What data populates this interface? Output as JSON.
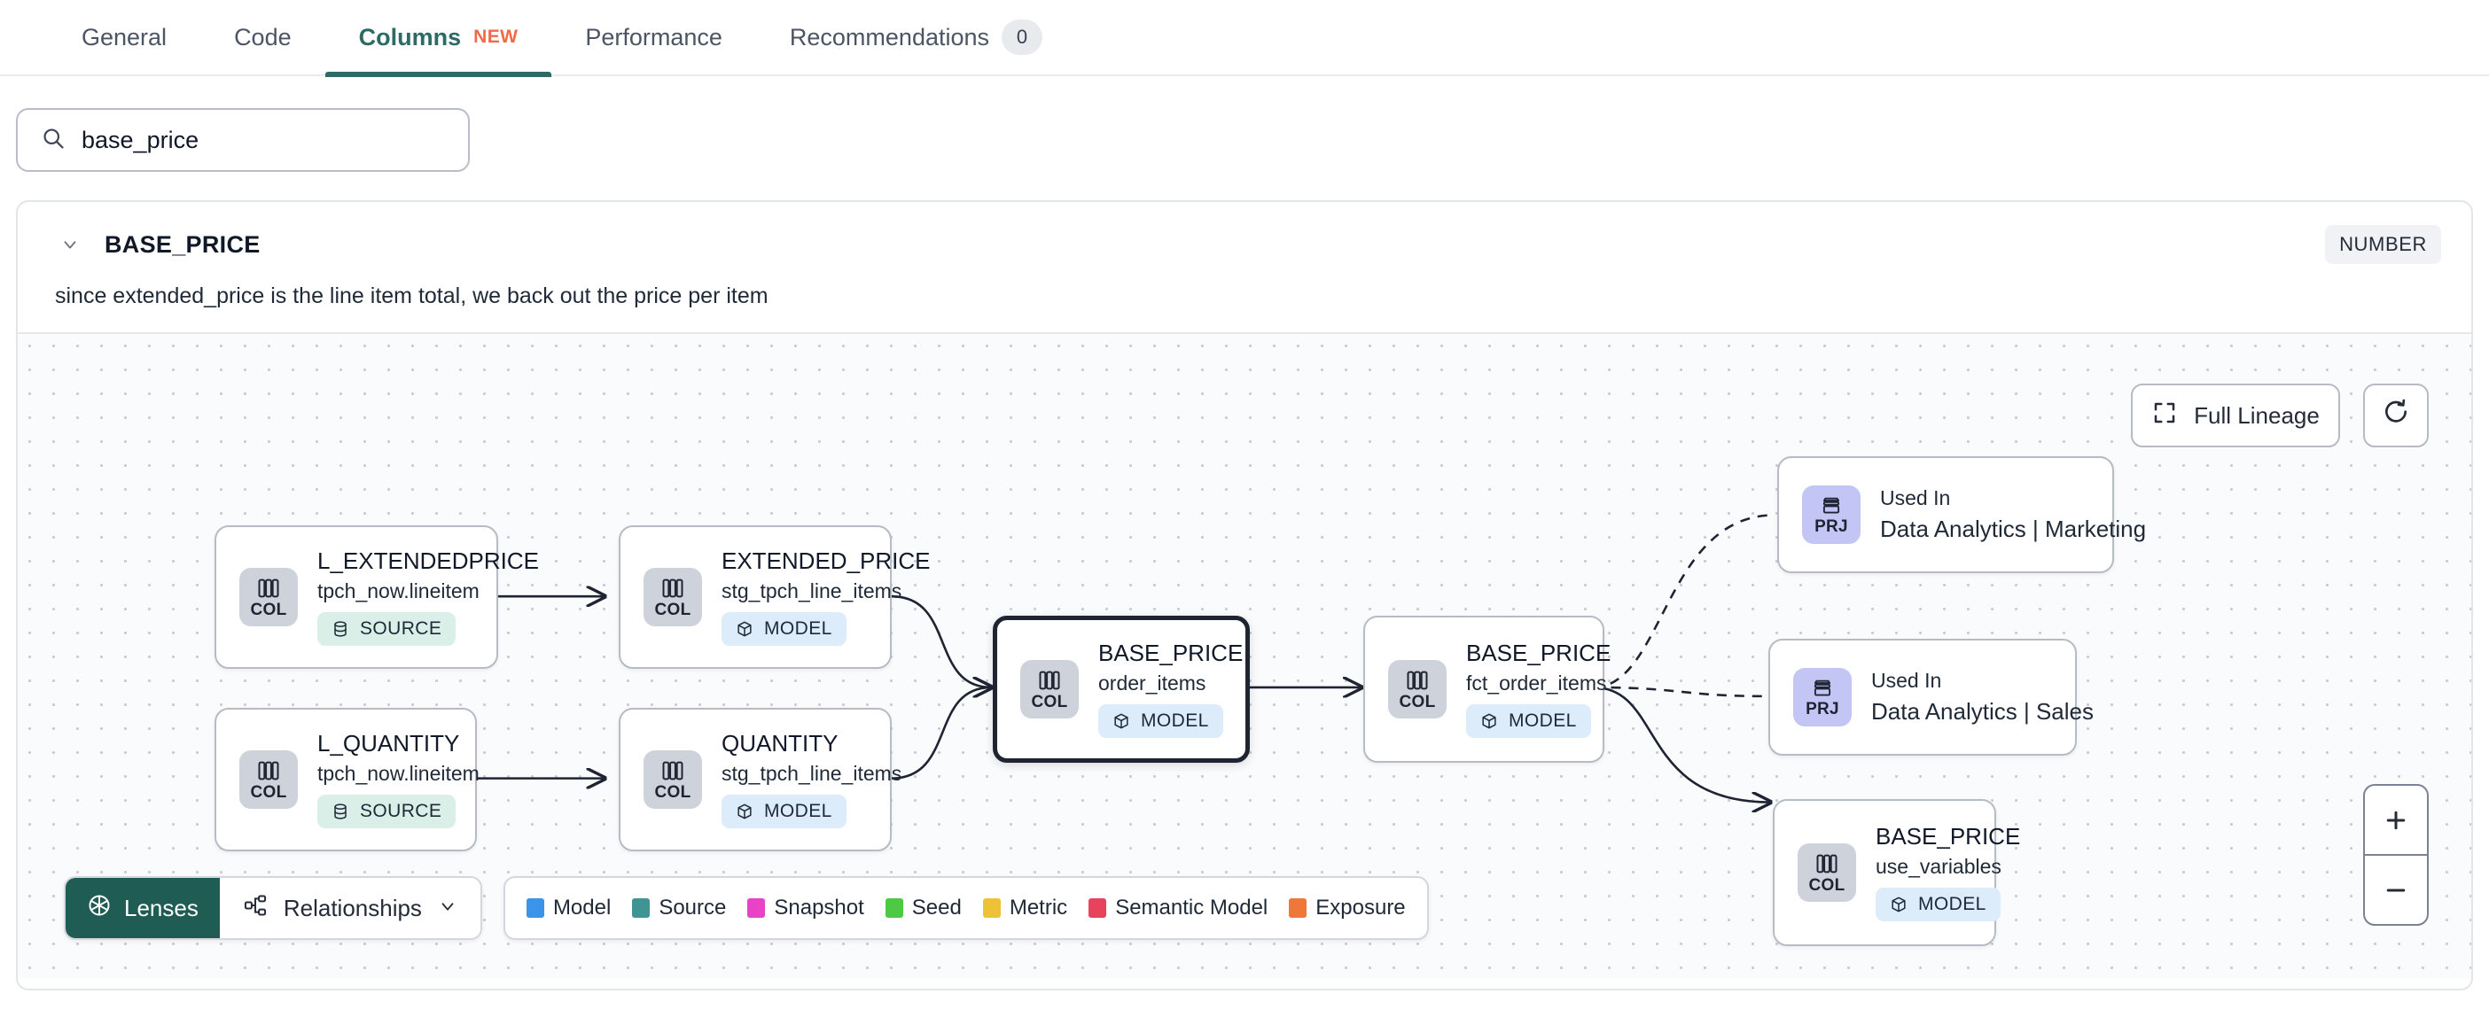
{
  "tabs": [
    {
      "label": "General",
      "active": false,
      "new": null,
      "count": null
    },
    {
      "label": "Code",
      "active": false,
      "new": null,
      "count": null
    },
    {
      "label": "Columns",
      "active": true,
      "new": "NEW",
      "count": null
    },
    {
      "label": "Performance",
      "active": false,
      "new": null,
      "count": null
    },
    {
      "label": "Recommendations",
      "active": false,
      "new": null,
      "count": "0"
    }
  ],
  "search": {
    "value": "base_price",
    "placeholder": "",
    "icon": "search-icon"
  },
  "column": {
    "name": "BASE_PRICE",
    "type_badge": "NUMBER",
    "description": "since extended_price is the line item total, we back out the price per item",
    "expanded": true
  },
  "canvas": {
    "full_lineage_label": "Full Lineage",
    "refresh_icon": "refresh-icon",
    "zoom_in": "+",
    "zoom_out": "−"
  },
  "nodes": [
    {
      "id": "l_extendedprice",
      "title": "L_EXTENDEDPRICE",
      "sub": "tpch_now.lineitem",
      "kind": "COL",
      "badge": "SOURCE",
      "badge_type": "source",
      "selected": false
    },
    {
      "id": "l_quantity",
      "title": "L_QUANTITY",
      "sub": "tpch_now.lineitem",
      "kind": "COL",
      "badge": "SOURCE",
      "badge_type": "source",
      "selected": false
    },
    {
      "id": "extended_price",
      "title": "EXTENDED_PRICE",
      "sub": "stg_tpch_line_items",
      "kind": "COL",
      "badge": "MODEL",
      "badge_type": "model",
      "selected": false
    },
    {
      "id": "quantity",
      "title": "QUANTITY",
      "sub": "stg_tpch_line_items",
      "kind": "COL",
      "badge": "MODEL",
      "badge_type": "model",
      "selected": false
    },
    {
      "id": "base_price_oi",
      "title": "BASE_PRICE",
      "sub": "order_items",
      "kind": "COL",
      "badge": "MODEL",
      "badge_type": "model",
      "selected": true
    },
    {
      "id": "base_price_fct",
      "title": "BASE_PRICE",
      "sub": "fct_order_items",
      "kind": "COL",
      "badge": "MODEL",
      "badge_type": "model",
      "selected": false
    },
    {
      "id": "base_price_uv",
      "title": "BASE_PRICE",
      "sub": "use_variables",
      "kind": "COL",
      "badge": "MODEL",
      "badge_type": "model",
      "selected": false
    }
  ],
  "project_nodes": [
    {
      "id": "prj_marketing",
      "label": "Used In",
      "name": "Data Analytics | Marketing",
      "kind": "PRJ"
    },
    {
      "id": "prj_sales",
      "label": "Used In",
      "name": "Data Analytics | Sales",
      "kind": "PRJ"
    }
  ],
  "bottom": {
    "lenses_label": "Lenses",
    "relationships_label": "Relationships",
    "legend": [
      {
        "label": "Model",
        "color": "#3b94e8"
      },
      {
        "label": "Source",
        "color": "#3f9596"
      },
      {
        "label": "Snapshot",
        "color": "#e843c6"
      },
      {
        "label": "Seed",
        "color": "#4dc943"
      },
      {
        "label": "Metric",
        "color": "#eec236"
      },
      {
        "label": "Semantic Model",
        "color": "#e8435c"
      },
      {
        "label": "Exposure",
        "color": "#ef7738"
      }
    ]
  },
  "colors": {
    "accent": "#2d6a66",
    "new_badge": "#ef6b47",
    "source_badge_bg": "#d9efe7",
    "model_badge_bg": "#dcecfb",
    "col_chip_bg": "#ced2da",
    "prj_chip_bg": "#c3c6f5",
    "lenses_bg": "#1f5c53"
  }
}
